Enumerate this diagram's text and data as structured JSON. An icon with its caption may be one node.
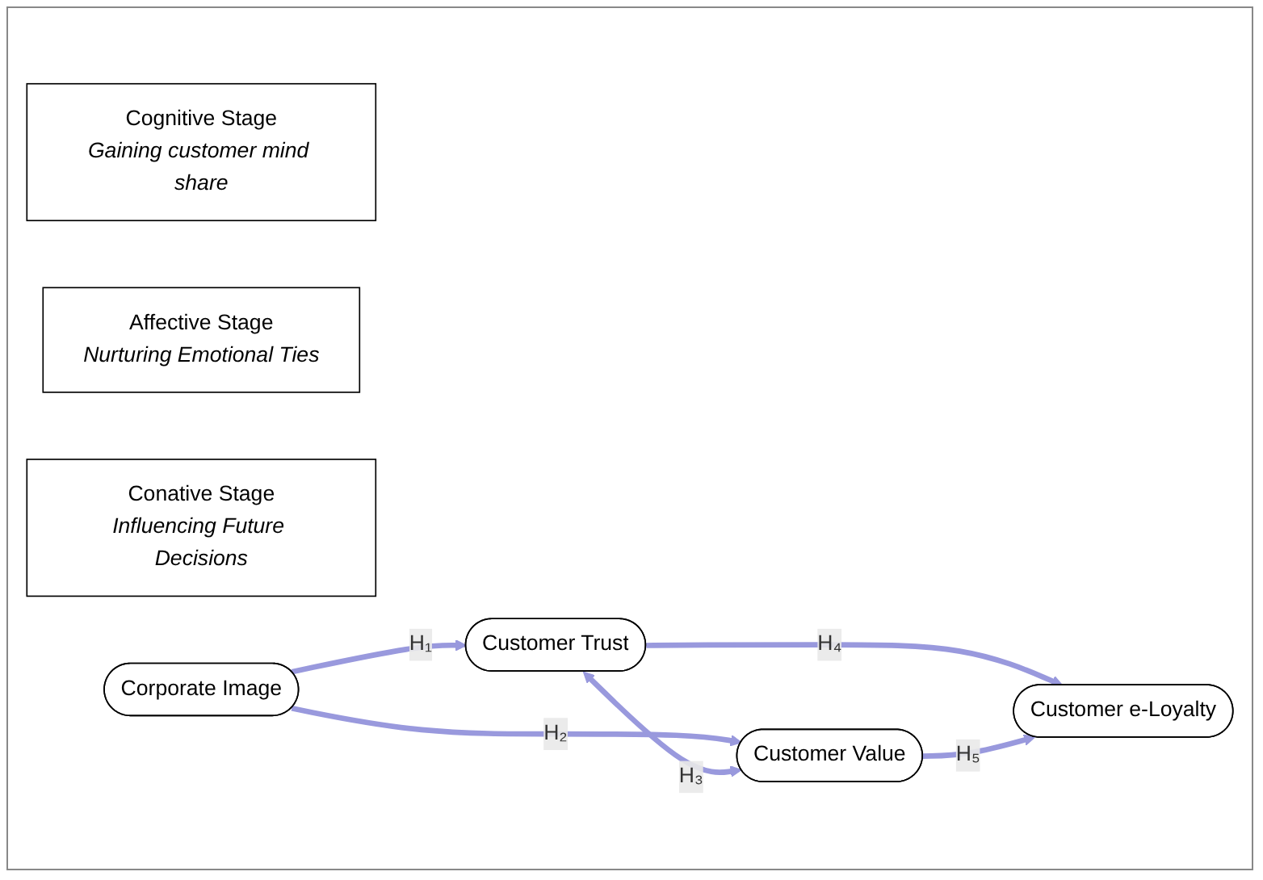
{
  "diagram": {
    "nodes": [
      {
        "text": [
          "Cognitive Stage",
          "Gaining customer mind share"
        ]
      },
      {
        "text": [
          "Affective Stage",
          "Nurturing Emotional Ties"
        ]
      },
      {
        "text": [
          "Conative Stage",
          "Influencing Future Decisions"
        ]
      },
      {
        "text": [
          "Corporate Image"
        ]
      },
      {
        "text": [
          "Customer Trust"
        ]
      },
      {
        "text": [
          "Customer Value"
        ]
      },
      {
        "text": [
          "Customer e-Loyalty"
        ]
      }
    ],
    "edges": [
      {
        "from": 3,
        "to": 4,
        "arrow": "to",
        "label": "H₁"
      },
      {
        "from": 3,
        "to": 5,
        "arrow": "to",
        "label": "H₂"
      },
      {
        "from": 4,
        "to": 5,
        "arrow": "both",
        "label": "H₃"
      },
      {
        "from": 4,
        "to": 6,
        "arrow": "to",
        "label": "H₄"
      },
      {
        "from": 5,
        "to": 6,
        "arrow": "to",
        "label": "H₅"
      }
    ]
  }
}
